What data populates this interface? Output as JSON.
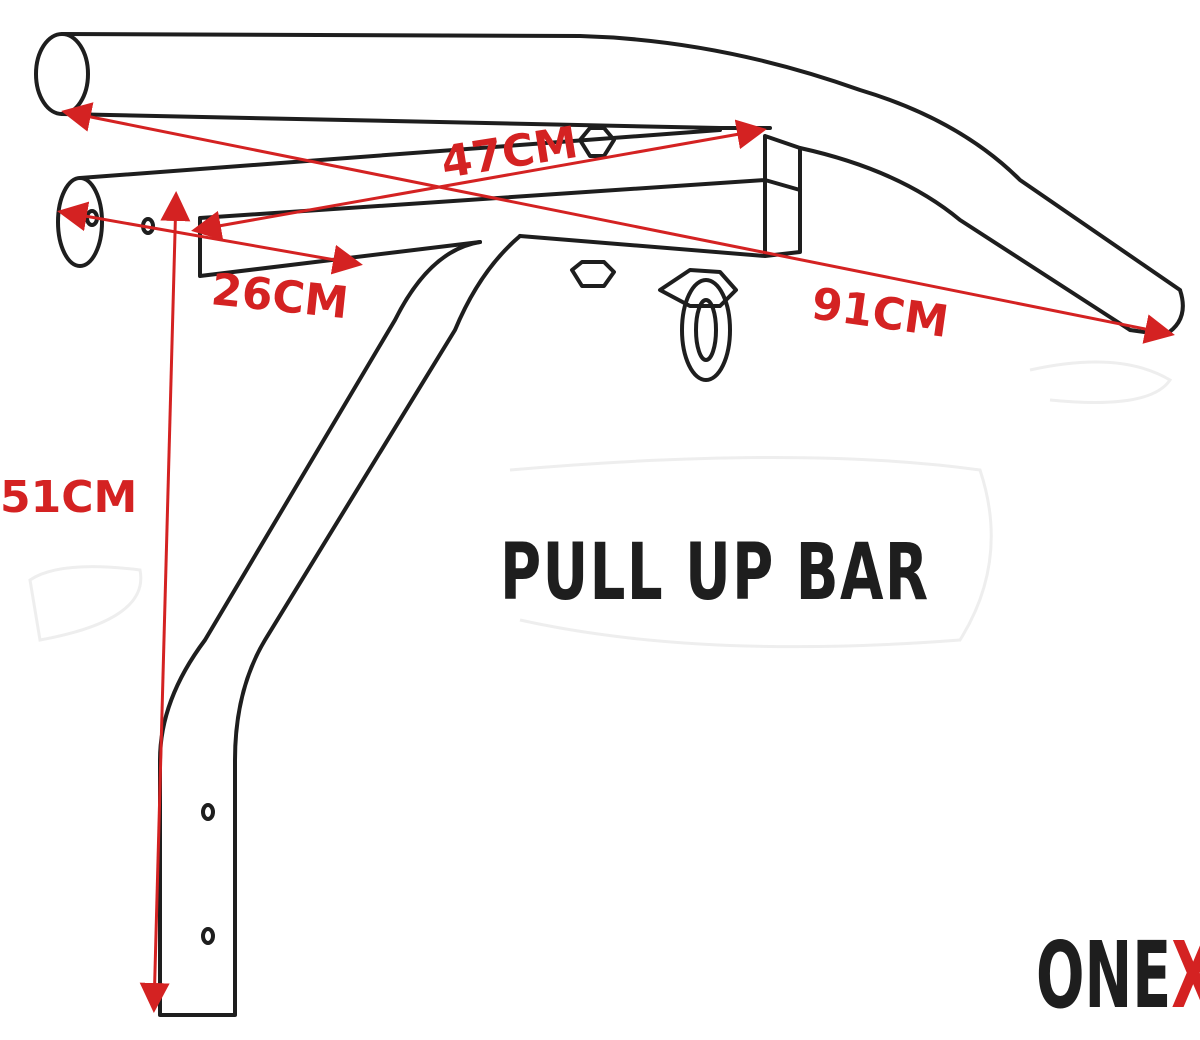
{
  "product": {
    "title": "PULL UP BAR"
  },
  "brand": {
    "name_main": "ONE",
    "name_accent": "X"
  },
  "dimensions": [
    {
      "id": "length",
      "label": "91CM"
    },
    {
      "id": "depth",
      "label": "47CM"
    },
    {
      "id": "width",
      "label": "26CM"
    },
    {
      "id": "height",
      "label": "51CM"
    }
  ],
  "colors": {
    "outline": "#1e1e1e",
    "dimension": "#d42222",
    "background": "#ffffff"
  }
}
